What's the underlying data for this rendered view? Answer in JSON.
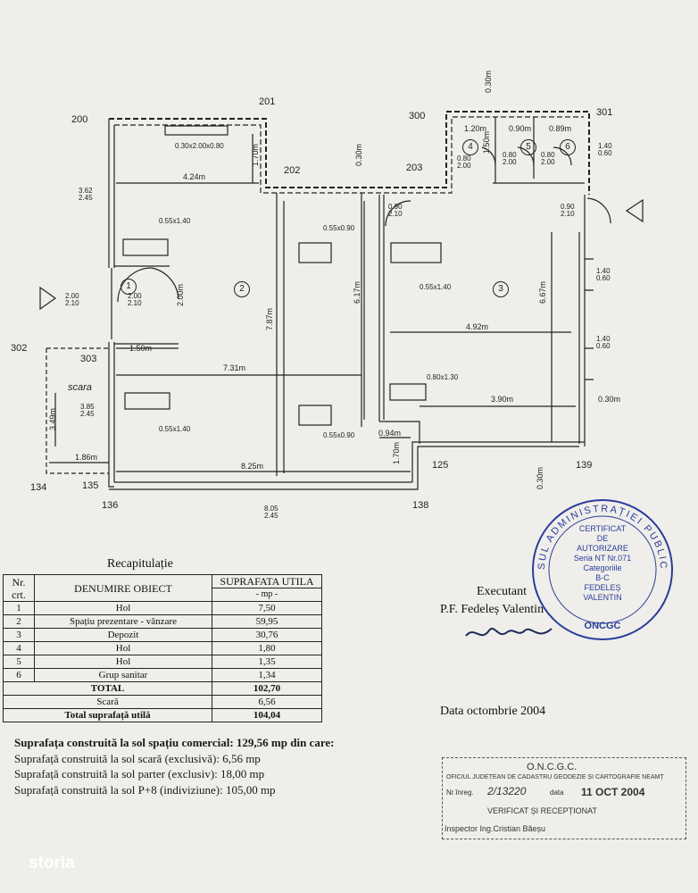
{
  "plan": {
    "points": [
      "200",
      "201",
      "300",
      "301",
      "202",
      "203",
      "302",
      "303",
      "134",
      "135",
      "136",
      "138",
      "125",
      "139"
    ],
    "rooms": [
      "1",
      "2",
      "3",
      "4",
      "5",
      "6"
    ],
    "stair_label": "scara",
    "dims_h": [
      "4.24m",
      "1.20m",
      "0.90m",
      "0.89m",
      "1.50m",
      "7.31m",
      "4.92m",
      "3.90m",
      "0.30m",
      "1.86m",
      "8.25m",
      "0.94m"
    ],
    "dims_v": [
      "1.70m",
      "0.30m",
      "0.30m",
      "1.50m",
      "7.87m",
      "6.17m",
      "6.67m",
      "2.00m",
      "3.49m",
      "1.70m",
      "0.30m"
    ],
    "fractions": [
      {
        "top": "0.30x2.00x0.80",
        "bottom": ""
      },
      {
        "top": "3.62",
        "bottom": "2.45"
      },
      {
        "top": "0.55x1.40",
        "bottom": ""
      },
      {
        "top": "0.55x0.90",
        "bottom": ""
      },
      {
        "top": "0.90",
        "bottom": "2.10"
      },
      {
        "top": "0.90",
        "bottom": "2.10"
      },
      {
        "top": "1.40",
        "bottom": "0.60"
      },
      {
        "top": "1.40",
        "bottom": "0.60"
      },
      {
        "top": "1.40",
        "bottom": "0.60"
      },
      {
        "top": "0.55x1.40",
        "bottom": ""
      },
      {
        "top": "2.00",
        "bottom": "2.10"
      },
      {
        "top": "2.00",
        "bottom": "2.10"
      },
      {
        "top": "0.80x1.30",
        "bottom": ""
      },
      {
        "top": "3.85",
        "bottom": "2.45"
      },
      {
        "top": "0.55x1.40",
        "bottom": ""
      },
      {
        "top": "0.55x0.90",
        "bottom": ""
      },
      {
        "top": "0.80",
        "bottom": "2.00"
      },
      {
        "top": "0.80",
        "bottom": "2.00"
      },
      {
        "top": "0.80",
        "bottom": "2.00"
      },
      {
        "top": "8.05",
        "bottom": "2.45"
      }
    ]
  },
  "recap": {
    "title": "Recapitulație",
    "headers": [
      "Nr. crt.",
      "DENUMIRE OBIECT",
      "SUPRAFATA UTILA"
    ],
    "unit": "- mp -",
    "rows": [
      {
        "nr": "1",
        "name": "Hol",
        "area": "7,50"
      },
      {
        "nr": "2",
        "name": "Spațiu prezentare - vânzare",
        "area": "59,95"
      },
      {
        "nr": "3",
        "name": "Depozit",
        "area": "30,76"
      },
      {
        "nr": "4",
        "name": "Hol",
        "area": "1,80"
      },
      {
        "nr": "5",
        "name": "Hol",
        "area": "1,35"
      },
      {
        "nr": "6",
        "name": "Grup sanitar",
        "area": "1,34"
      }
    ],
    "total_label": "TOTAL",
    "total_value": "102,70",
    "scara_label": "Scară",
    "scara_value": "6,56",
    "total_util_label": "Total suprafață utilă",
    "total_util_value": "104,04"
  },
  "summary": [
    "Suprafața construită la sol spațiu comercial: 129,56 mp din care:",
    "Suprafață construită la sol scară (exclusivă): 6,56 mp",
    "Suprafață construită la sol parter (exclusiv): 18,00 mp",
    "Suprafață construită la sol P+8 (indiviziune): 105,00 mp"
  ],
  "executant": {
    "label": "Executant",
    "name": "P.F. Fedeleș Valentin",
    "date": "Data  octombrie 2004"
  },
  "stamp": {
    "ring": "SUL ADMINISTRAȚIEI PUBLICE",
    "lines": [
      "CERTIFICAT",
      "DE",
      "AUTORIZARE",
      "Seria NT Nr.071",
      "Categoriile",
      "B-C",
      "FEDELEȘ",
      "VALENTIN"
    ],
    "bottom": "ONCGC"
  },
  "cadastru": {
    "title": "O.N.C.G.C.",
    "office": "OFICIUL JUDEȚEAN DE CADASTRU GEODEZIE ȘI CARTOGRAFIE NEAMȚ",
    "nr_label": "Nr.înreg.",
    "nr_value": "2/13220",
    "data_label": "data",
    "date": "11 OCT 2004",
    "verified": "VERIFICAT ȘI RECEPȚIONAT",
    "inspector": "Inspector Ing.Cristian Băeșu"
  },
  "watermark": "storia",
  "colors": {
    "paper": "#efeeea",
    "ink": "#222222",
    "stamp": "#2a3d9a"
  }
}
